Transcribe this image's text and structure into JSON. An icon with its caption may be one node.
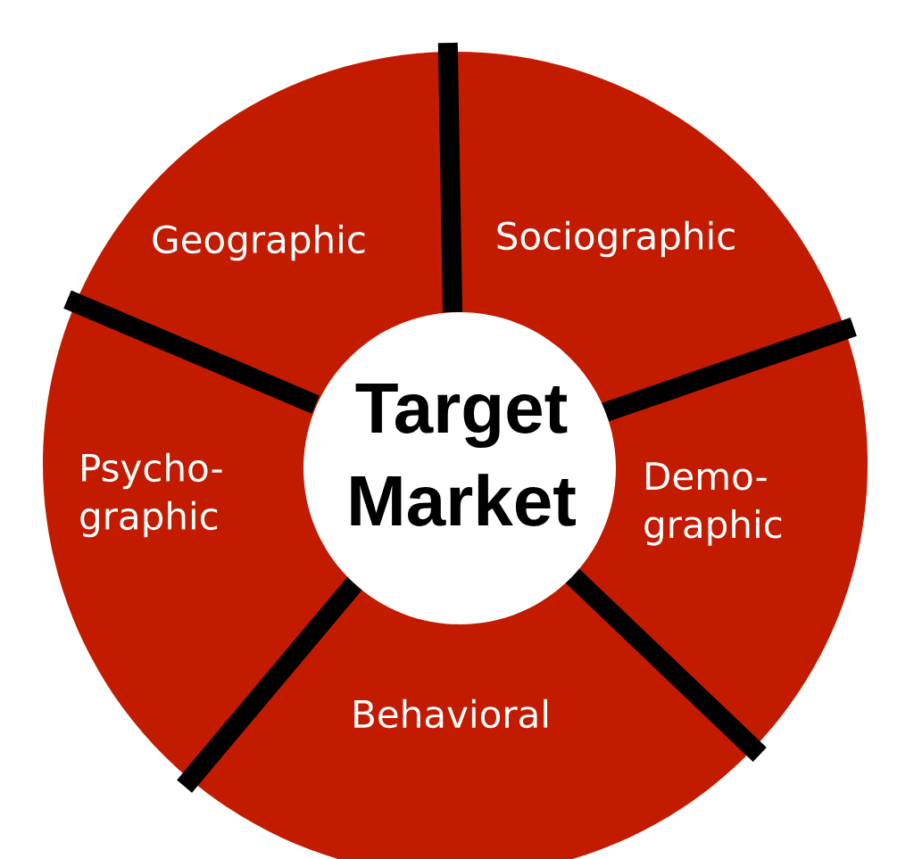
{
  "diagram": {
    "nodes": [
      {
        "text": [
          "Target Market"
        ]
      },
      {
        "text": [
          "Geographic"
        ]
      },
      {
        "text": [
          "Sociographic"
        ]
      },
      {
        "text": [
          "Psycho- graphic"
        ]
      },
      {
        "text": [
          "Demo- graphic"
        ]
      },
      {
        "text": [
          "Behavioral"
        ]
      }
    ]
  }
}
